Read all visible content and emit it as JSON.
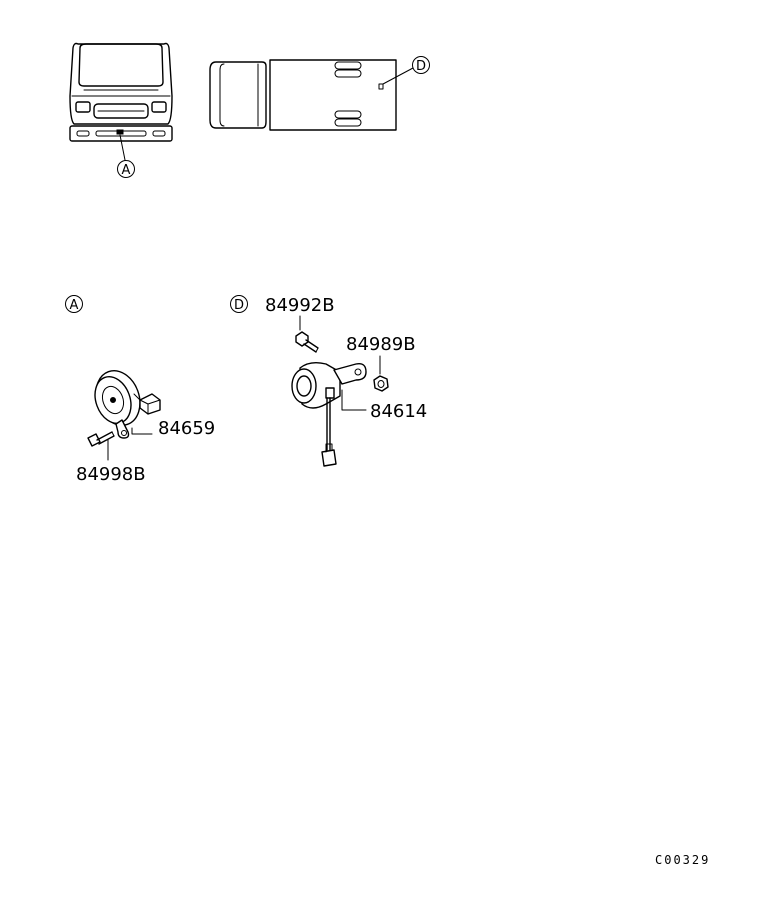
{
  "callouts": {
    "front_view": "A",
    "top_view": "D",
    "detail_a": "A",
    "detail_d": "D"
  },
  "parts": {
    "horn_a": "84659",
    "bolt_a": "84998B",
    "bolt_d": "84992B",
    "nut_d": "84989B",
    "horn_d": "84614"
  },
  "diagram_code": "C00329"
}
